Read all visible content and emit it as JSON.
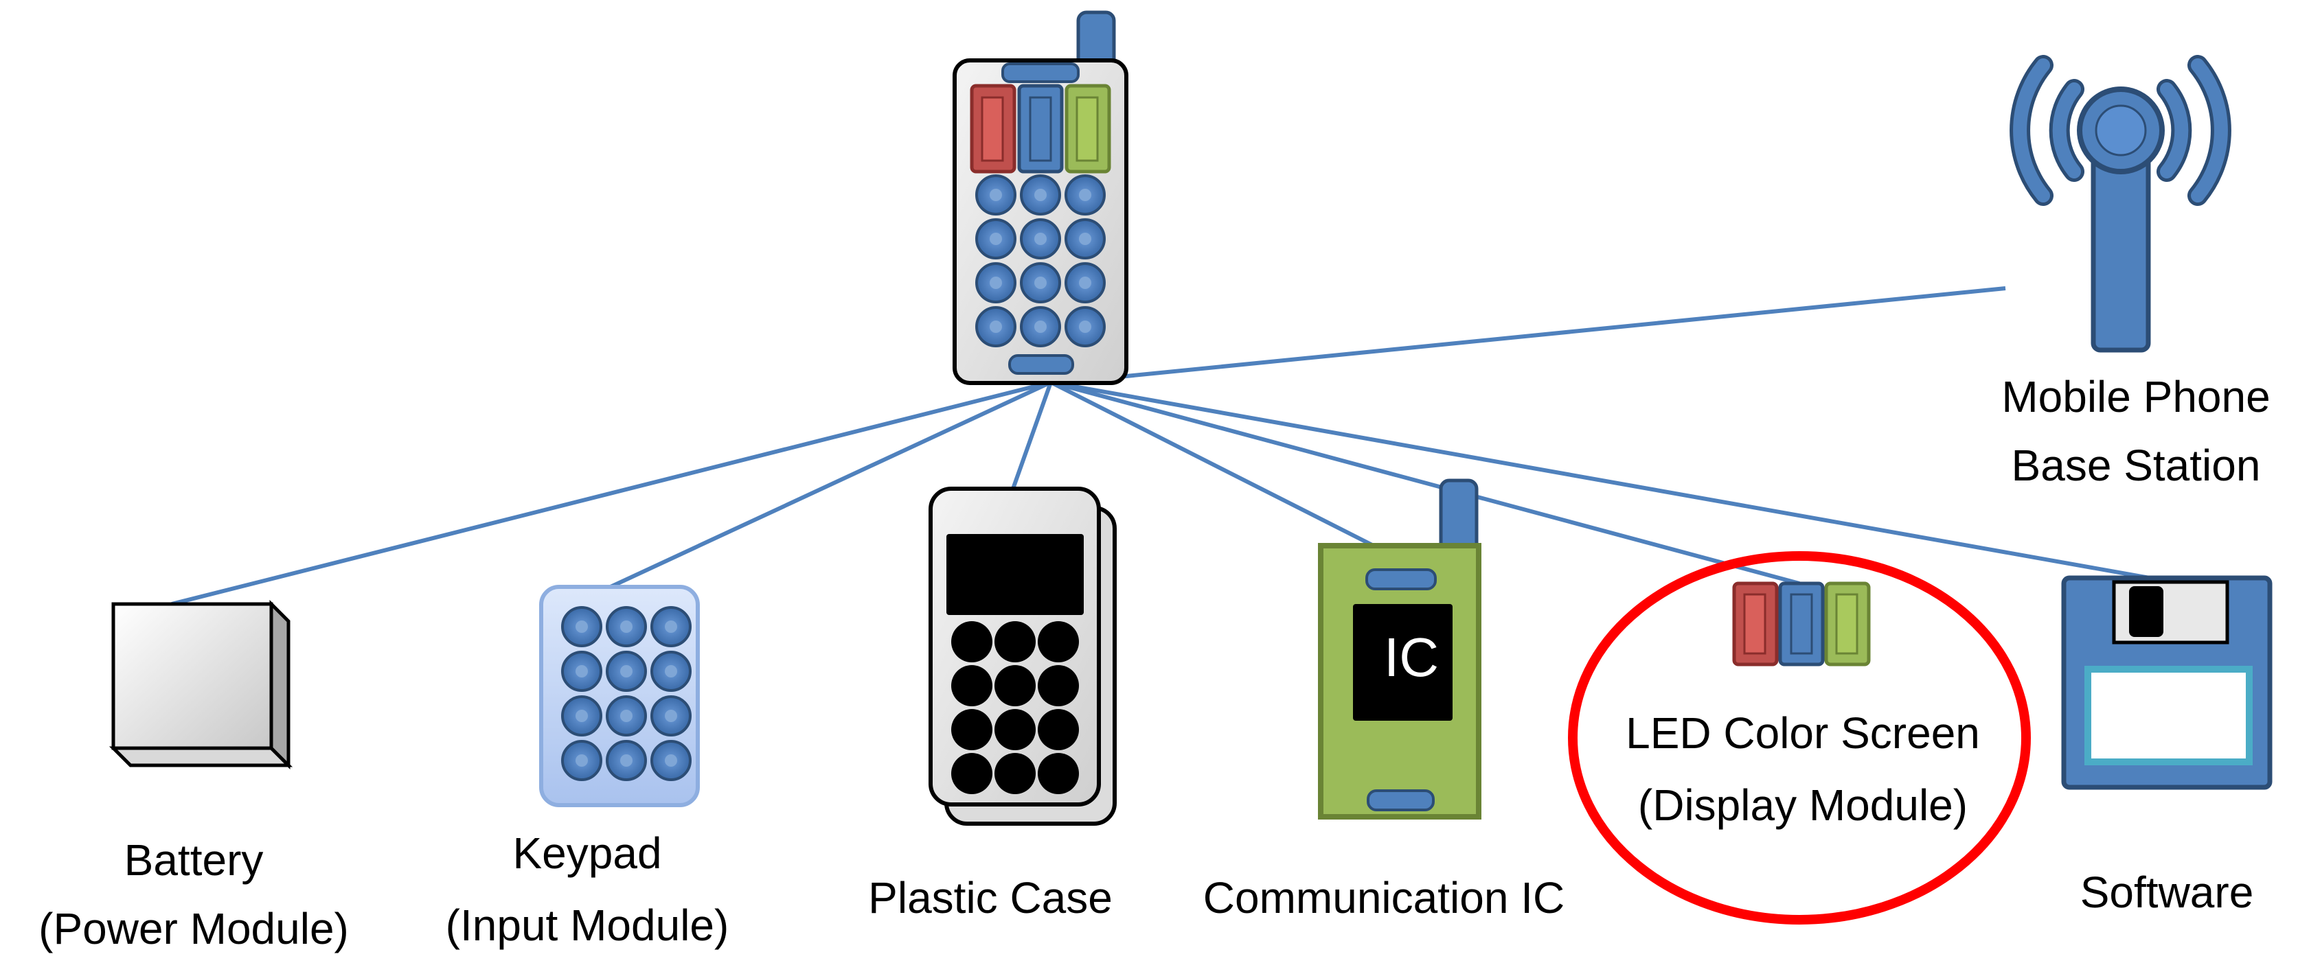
{
  "center": {
    "icon": "mobile-phone-icon"
  },
  "base_station": {
    "icon": "antenna-tower-icon",
    "label_line1": "Mobile Phone",
    "label_line2": "Base Station"
  },
  "components": [
    {
      "id": "battery",
      "icon": "battery-box-icon",
      "line1": "Battery",
      "line2": "(Power Module)"
    },
    {
      "id": "keypad",
      "icon": "keypad-icon",
      "line1": "Keypad",
      "line2": "(Input Module)"
    },
    {
      "id": "plastic-case",
      "icon": "phone-case-icon",
      "line1": "Plastic Case"
    },
    {
      "id": "communication-ic",
      "icon": "ic-chip-icon",
      "line1": "Communication IC",
      "chip_text": "IC"
    },
    {
      "id": "led-screen",
      "icon": "led-screen-icon",
      "line1": "LED Color Screen",
      "line2": "(Display Module)",
      "highlighted": true
    },
    {
      "id": "software",
      "icon": "floppy-disk-icon",
      "line1": "Software"
    }
  ],
  "colors": {
    "connector": "#4f81bd",
    "highlight_ring": "#ff0000",
    "blue": "#4f81bd",
    "red": "#c0504d",
    "green": "#9bbb59"
  }
}
